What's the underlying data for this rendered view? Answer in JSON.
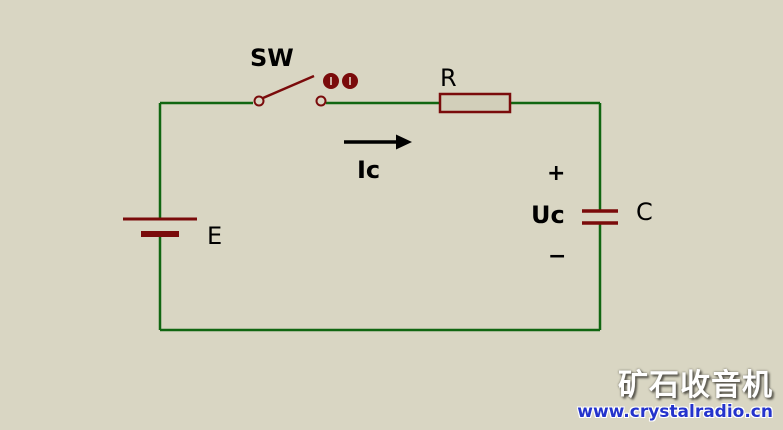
{
  "colors": {
    "background": "#d9d6c3",
    "wire": "#116611",
    "component": "#7a0b0b",
    "resistor_fill": "#d2cfba",
    "arrow": "#000000",
    "text": "#000000",
    "watermark_title": "#ffffff",
    "watermark_url": "#2433cc"
  },
  "labels": {
    "switch": "SW",
    "resistor": "R",
    "current": "Ic",
    "battery": "E",
    "cap_voltage": "Uc",
    "plus": "+",
    "minus": "−",
    "capacitor": "C"
  },
  "watermark": {
    "title": "矿石收音机",
    "url": "www.crystalradio.cn"
  }
}
